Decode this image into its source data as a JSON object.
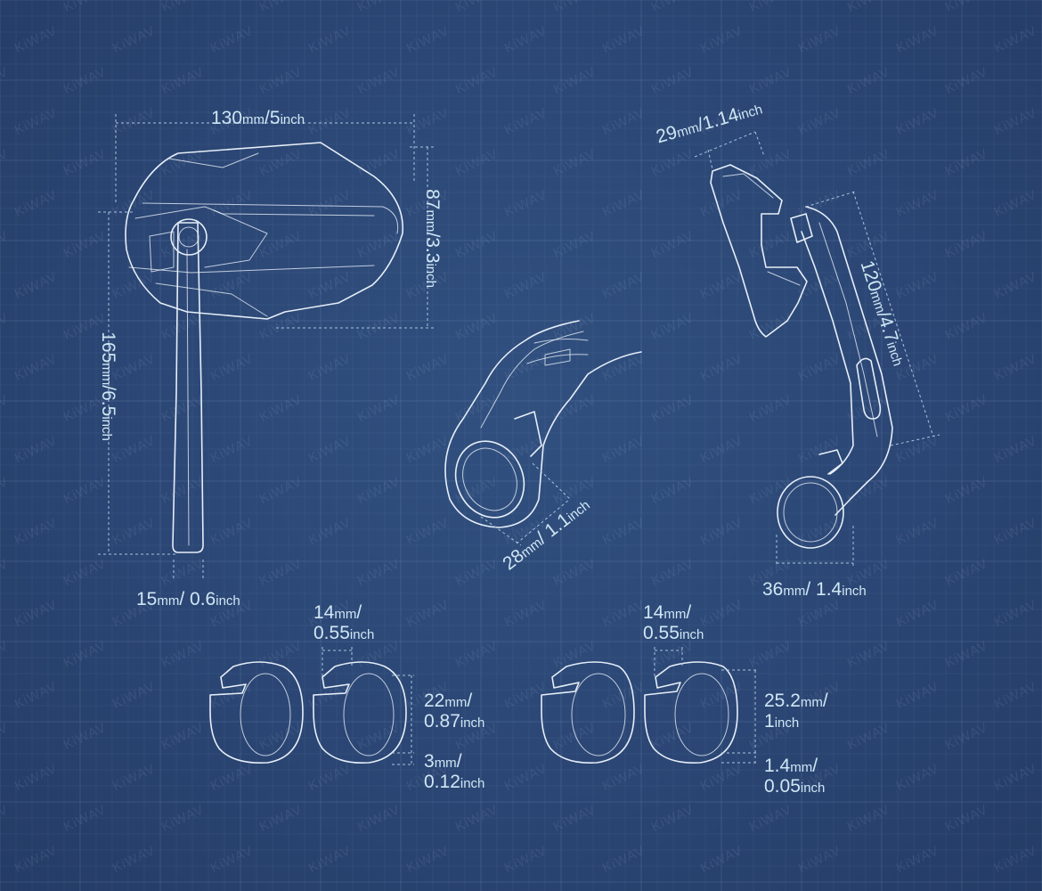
{
  "watermark": "KiWAV",
  "colors": {
    "background": "#2b4674",
    "line_art": "#e6eef8",
    "dimension_text": "#cfe6f4"
  },
  "dimensions": {
    "width_130": {
      "value": "130",
      "unit": "mm",
      "sep": "/",
      "alt": "5",
      "alt_unit": "inch"
    },
    "height_87": {
      "value": "87",
      "unit": "mm",
      "sep": "/",
      "alt": "3.3",
      "alt_unit": "inch"
    },
    "length_165": {
      "value": "165",
      "unit": "mm",
      "sep": "/",
      "alt": "6.5",
      "alt_unit": "inch"
    },
    "stem_15": {
      "value": "15",
      "unit": "mm",
      "sep": "/ ",
      "alt": "0.6",
      "alt_unit": "inch"
    },
    "clamp_28": {
      "value": "28",
      "unit": "mm",
      "sep": "/ ",
      "alt": "1.1",
      "alt_unit": "inch"
    },
    "width_29": {
      "value": "29",
      "unit": "mm",
      "sep": "/",
      "alt": "1.14",
      "alt_unit": "inch"
    },
    "length_120": {
      "value": "120",
      "unit": "mm",
      "sep": "/",
      "alt": "4.7",
      "alt_unit": "inch"
    },
    "clamp_36": {
      "value": "36",
      "unit": "mm",
      "sep": "/ ",
      "alt": "1.4",
      "alt_unit": "inch"
    },
    "shim_width_a": {
      "value": "14",
      "unit": "mm",
      "sep": "/",
      "alt": "0.55",
      "alt_unit": "inch"
    },
    "shim_id_a": {
      "value": "22",
      "unit": "mm",
      "sep": "/",
      "alt": "0.87",
      "alt_unit": "inch"
    },
    "shim_thick_a": {
      "value": "3",
      "unit": "mm",
      "sep": "/",
      "alt": "0.12",
      "alt_unit": "inch"
    },
    "shim_width_b": {
      "value": "14",
      "unit": "mm",
      "sep": "/",
      "alt": "0.55",
      "alt_unit": "inch"
    },
    "shim_id_b": {
      "value": "25.2",
      "unit": "mm",
      "sep": "/",
      "alt": "1",
      "alt_unit": "inch"
    },
    "shim_thick_b": {
      "value": "1.4",
      "unit": "mm",
      "sep": "/",
      "alt": "0.05",
      "alt_unit": "inch"
    }
  }
}
